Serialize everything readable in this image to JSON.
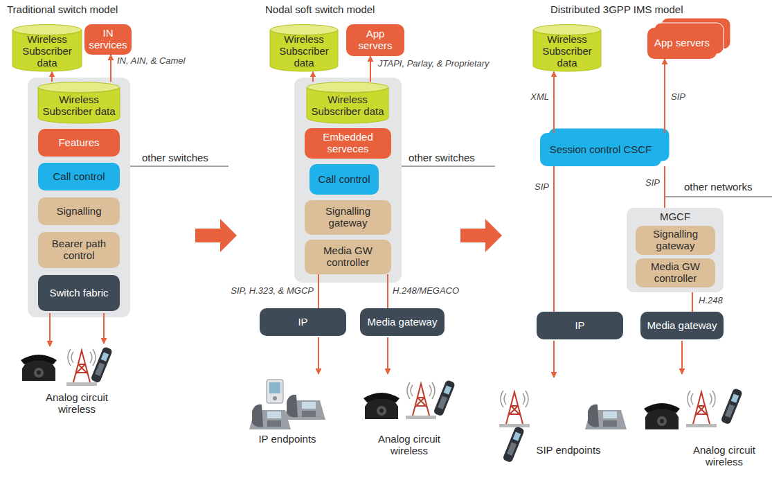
{
  "diagram": {
    "nodes": [
      {
        "text": [
          "Wireless Subscriber data"
        ]
      },
      {
        "text": [
          "IN services"
        ]
      },
      {
        "text": [
          "Wireless Subscriber data"
        ]
      },
      {
        "text": [
          "Features"
        ]
      },
      {
        "text": [
          "Call control"
        ]
      },
      {
        "text": [
          "Signalling"
        ]
      },
      {
        "text": [
          "Bearer path control"
        ]
      },
      {
        "text": [
          "Switch fabric"
        ]
      },
      {
        "text": [
          "Wireless Subscriber data"
        ]
      },
      {
        "text": [
          "App servers"
        ]
      },
      {
        "text": [
          "Wireless Subscriber data"
        ]
      },
      {
        "text": [
          "Embedded serveces"
        ]
      },
      {
        "text": [
          "Call control"
        ]
      },
      {
        "text": [
          "Signalling gateway"
        ]
      },
      {
        "text": [
          "Media GW controller"
        ]
      },
      {
        "text": [
          "IP"
        ]
      },
      {
        "text": [
          "Media gateway"
        ]
      },
      {
        "text": [
          "Wireless Subscriber data"
        ]
      },
      {
        "text": [
          "App servers"
        ]
      },
      {
        "text": [
          "Session control CSCF"
        ]
      },
      {
        "text": [
          "MGCF"
        ]
      },
      {
        "text": [
          "Signalling gateway"
        ],
        "in": 20
      },
      {
        "text": [
          "Media GW controller"
        ],
        "in": 20
      },
      {
        "text": [
          "IP"
        ]
      },
      {
        "text": [
          "Media gateway"
        ]
      }
    ],
    "edges": [
      {
        "from": 2,
        "to": 0,
        "arrow": "to"
      },
      {
        "from": 2,
        "to": 1,
        "arrow": "to",
        "label": "IN, AIN, & Camel"
      },
      {
        "from": 10,
        "to": 8,
        "arrow": "to"
      },
      {
        "from": 10,
        "to": 9,
        "arrow": "to",
        "label": "JTAPI, Parlay, & Proprietary"
      },
      {
        "from": 14,
        "to": 15,
        "arrow": "none",
        "label": "SIP, H.323, & MGCP"
      },
      {
        "from": 14,
        "to": 16,
        "arrow": "none",
        "label": "H.248/MEGACO"
      },
      {
        "from": 19,
        "to": 17,
        "arrow": "to",
        "label": "XML"
      },
      {
        "from": 19,
        "to": 18,
        "arrow": "to",
        "label": "SIP"
      },
      {
        "from": 19,
        "to": 23,
        "arrow": "none",
        "label": "SIP"
      },
      {
        "from": 19,
        "to": 20,
        "arrow": "none",
        "label": "SIP"
      },
      {
        "from": 22,
        "to": 24,
        "arrow": "none",
        "label": "H.248"
      }
    ],
    "labels": [
      "Traditional switch model",
      "Nodal soft switch model",
      "Distributed 3GPP IMS model",
      "other switches",
      "other switches",
      "other networks",
      "Analog circuit wireless",
      "IP endpoints",
      "Analog circuit wireless",
      "SIP endpoints",
      "Analog circuit wireless"
    ]
  }
}
